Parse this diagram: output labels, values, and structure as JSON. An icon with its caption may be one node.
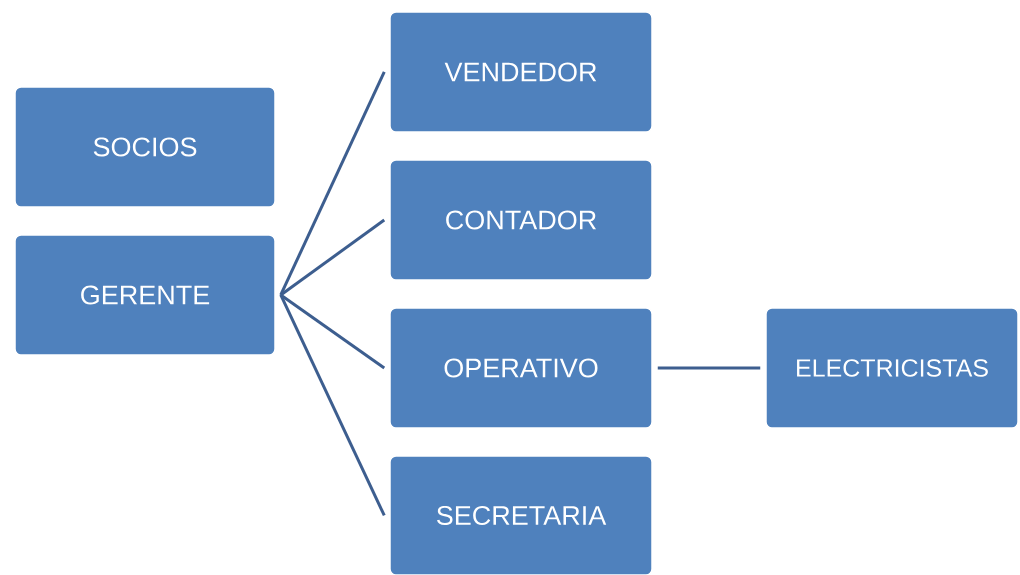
{
  "diagram": {
    "nodes": [
      {
        "text": [
          "SOCIOS"
        ]
      },
      {
        "text": [
          "GERENTE"
        ]
      },
      {
        "text": [
          "VENDEDOR"
        ]
      },
      {
        "text": [
          "CONTADOR"
        ]
      },
      {
        "text": [
          "OPERATIVO"
        ]
      },
      {
        "text": [
          "SECRETARIA"
        ]
      },
      {
        "text": [
          "ELECTRICISTAS"
        ]
      }
    ],
    "edges": [
      {
        "from": 1,
        "to": 2,
        "arrow": "none"
      },
      {
        "from": 1,
        "to": 3,
        "arrow": "none"
      },
      {
        "from": 1,
        "to": 4,
        "arrow": "none"
      },
      {
        "from": 1,
        "to": 5,
        "arrow": "none"
      },
      {
        "from": 4,
        "to": 6,
        "arrow": "none"
      }
    ]
  }
}
